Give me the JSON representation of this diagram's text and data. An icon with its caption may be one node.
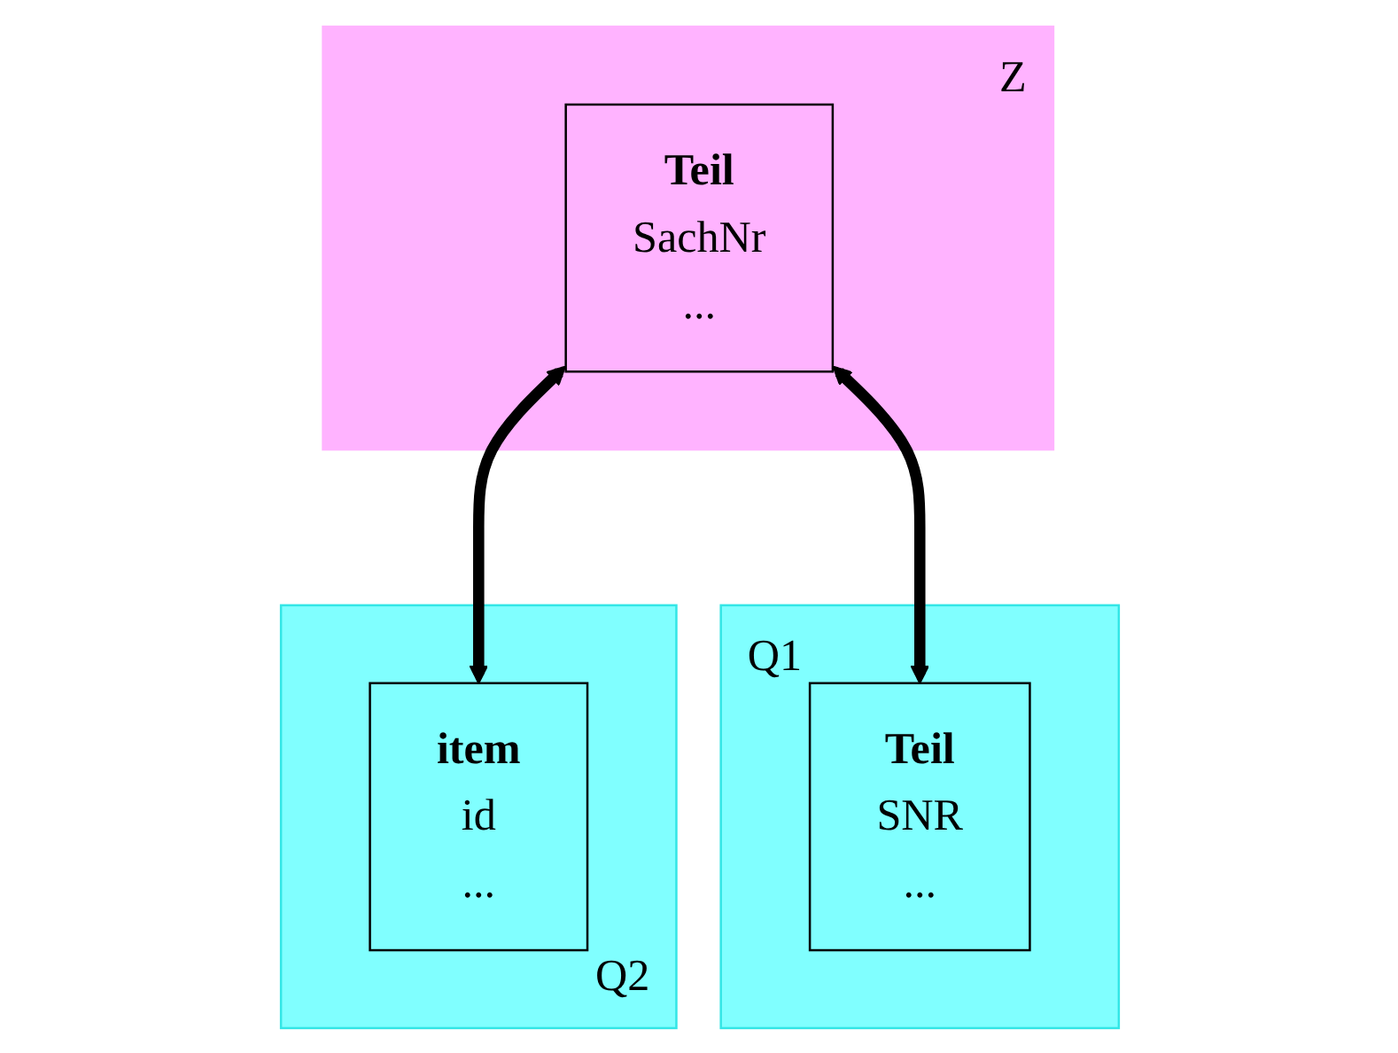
{
  "diagram": {
    "nodes": [
      {
        "text": [
          "Z"
        ]
      },
      {
        "text": [
          "Teil",
          "SachNr",
          "..."
        ],
        "in": 0
      },
      {
        "text": [
          "Q1"
        ]
      },
      {
        "text": [
          "Teil",
          "SNR",
          "..."
        ],
        "in": 2
      },
      {
        "text": [
          "Q2"
        ]
      },
      {
        "text": [
          "item",
          "id",
          "..."
        ],
        "in": 4
      }
    ],
    "edges": [
      {
        "from": 1,
        "to": 3,
        "arrow": "both"
      },
      {
        "from": 1,
        "to": 5,
        "arrow": "both"
      }
    ]
  }
}
